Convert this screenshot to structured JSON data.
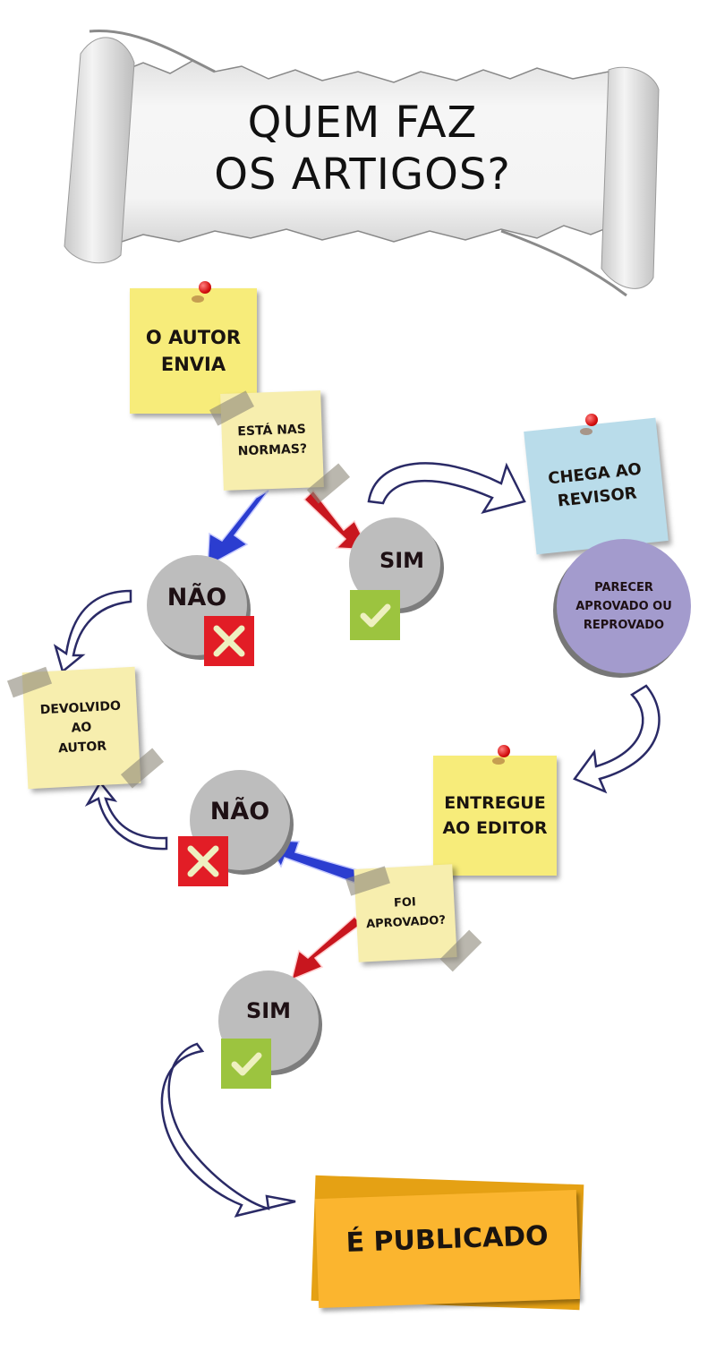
{
  "title": {
    "line1": "QUEM FAZ",
    "line2": "OS ARTIGOS?"
  },
  "steps": {
    "author_sends": {
      "line1": "O AUTOR",
      "line2": "ENVIA"
    },
    "norms_question": {
      "line1": "ESTÁ NAS",
      "line2": "NORMAS?"
    },
    "no_1": "NÃO",
    "yes_1": "SIM",
    "reviewer": {
      "line1": "CHEGA AO",
      "line2": "REVISOR"
    },
    "opinion": {
      "line1": "PARECER",
      "line2": "APROVADO OU",
      "line3": "REPROVADO"
    },
    "returned": {
      "line1": "DEVOLVIDO",
      "line2": "AO",
      "line3": "AUTOR"
    },
    "editor": {
      "line1": "ENTREGUE",
      "line2": "AO EDITOR"
    },
    "approved_question": {
      "line1": "FOI",
      "line2": "APROVADO?"
    },
    "no_2": "NÃO",
    "yes_2": "SIM",
    "published": "É PUBLICADO"
  },
  "icons": {
    "reject": "close-x-icon",
    "accept": "checkmark-icon",
    "pin": "pushpin-icon"
  },
  "colors": {
    "yes_arrow": "#c0151c",
    "no_arrow": "#2233c0",
    "flow_arrow": "#2a2a66",
    "reject_badge": "#e21d26",
    "accept_badge": "#9cc43f",
    "sticky_yellow": "#f7ec7a",
    "sticky_blue": "#b9dcea",
    "circle_gray": "#bdbdbd",
    "circle_purple": "#a39bcd",
    "published_orange": "#fbb52f"
  }
}
